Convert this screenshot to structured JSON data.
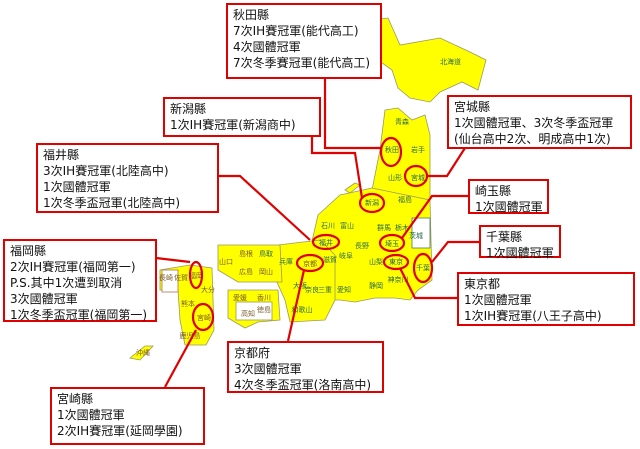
{
  "map": {
    "hokkaido": "北海道",
    "okinawa": "沖縄",
    "prefectures": [
      "青森",
      "秋田",
      "岩手",
      "山形",
      "宮城",
      "新潟",
      "福島",
      "石川",
      "富山",
      "長野",
      "群馬",
      "栃木",
      "茨城",
      "埼玉",
      "東京",
      "千葉",
      "山梨",
      "神奈川",
      "福井",
      "岐阜",
      "滋賀",
      "京都",
      "兵庫",
      "大阪",
      "奈良",
      "和歌山",
      "三重",
      "愛知",
      "静岡",
      "鳥取",
      "島根",
      "岡山",
      "広島",
      "山口",
      "香川",
      "愛媛",
      "徳島",
      "高知",
      "福岡",
      "佐賀",
      "長崎",
      "大分",
      "熊本",
      "宮崎",
      "鹿児島"
    ],
    "highlight_color": "#e00000",
    "fill_color": "#ffff00"
  },
  "callouts": {
    "akita": {
      "title": "秋田縣",
      "lines": [
        "7次IH賽冠軍(能代高工)",
        "4次國體冠軍",
        "7次冬季賽冠軍(能代高工)"
      ]
    },
    "niigata": {
      "title": "新潟縣",
      "lines": [
        "1次IH賽冠軍(新潟商中)"
      ]
    },
    "fukui": {
      "title": "福井縣",
      "lines": [
        "3次IH賽冠軍(北陸高中)",
        "1次國體冠軍",
        "1次冬季盃冠軍(北陸高中)"
      ]
    },
    "miyagi": {
      "title": "宮城縣",
      "lines": [
        "1次國體冠軍、3次冬季盃冠軍",
        "(仙台高中2次、明成高中1次)"
      ]
    },
    "saitama": {
      "title": "崎玉縣",
      "lines": [
        "1次國體冠軍"
      ]
    },
    "chiba": {
      "title": "千葉縣",
      "lines": [
        "1次國體冠軍"
      ]
    },
    "tokyo": {
      "title": "東京都",
      "lines": [
        "1次國體冠軍",
        "1次IH賽冠軍(八王子高中)"
      ]
    },
    "fukuoka": {
      "title": "福岡縣",
      "lines": [
        "2次IH賽冠軍(福岡第一)",
        "P.S.其中1次遭到取消",
        "3次國體冠軍",
        "1次冬季盃冠軍(福岡第一)"
      ]
    },
    "kyoto": {
      "title": "京都府",
      "lines": [
        "3次國體冠軍",
        "4次冬季盃冠軍(洛南高中)"
      ]
    },
    "miyazaki": {
      "title": "宮崎縣",
      "lines": [
        "1次國體冠軍",
        "2次IH賽冠軍(延岡學園)"
      ]
    }
  }
}
